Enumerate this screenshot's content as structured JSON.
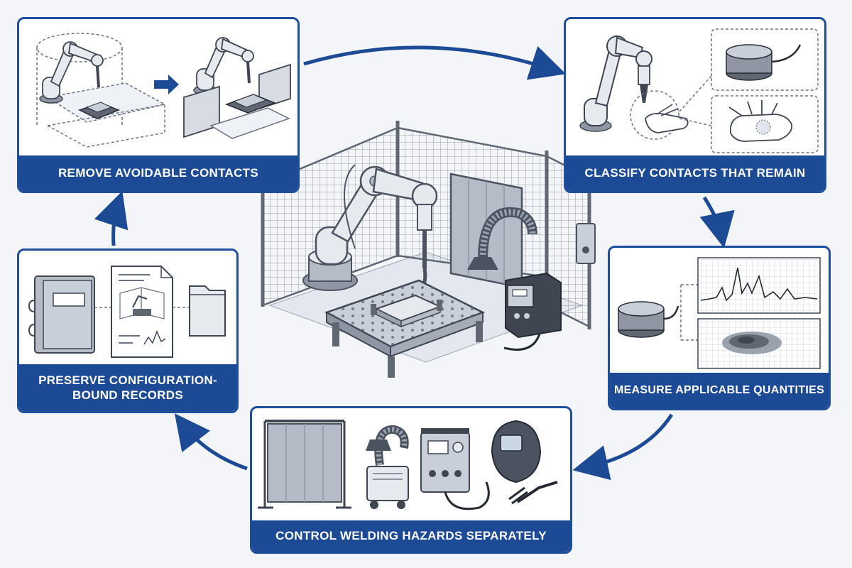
{
  "steps": {
    "remove": {
      "label": "REMOVE AVOIDABLE CONTACTS",
      "icon": "robot-guarding-icon"
    },
    "classify": {
      "label": "CLASSIFY CONTACTS THAT REMAIN",
      "icon": "contact-classification-icon"
    },
    "measure": {
      "label": "MEASURE APPLICABLE QUANTITIES",
      "icon": "force-pressure-measurement-icon"
    },
    "control": {
      "label": "CONTROL WELDING HAZARDS SEPARATELY",
      "icon": "welding-equipment-icon"
    },
    "preserve": {
      "label": "PRESERVE CONFIGURATION-BOUND RECORDS",
      "icon": "records-binder-icon"
    }
  },
  "center": {
    "icon": "robotic-welding-cell-icon"
  },
  "colors": {
    "accent": "#1c4a94",
    "line": "#555b66",
    "panel_fill": "#ffffff",
    "background": "#f3f5f8"
  }
}
